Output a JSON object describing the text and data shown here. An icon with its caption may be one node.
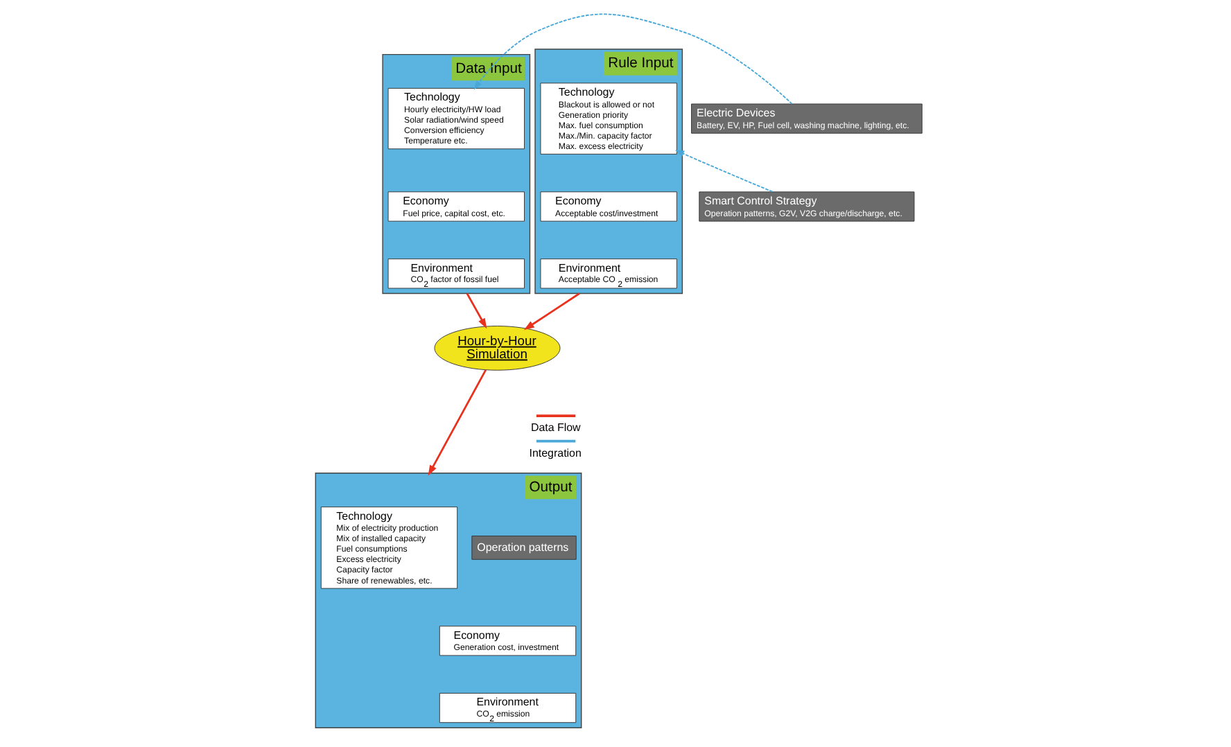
{
  "diagram": {
    "nodes": [
      {
        "text": [
          "Data Input"
        ]
      },
      {
        "text": [
          "Technology",
          "Hourly electricity/HW load",
          "Solar radiation/wind speed",
          "Conversion efficiency",
          "Temperature etc."
        ],
        "in": 0
      },
      {
        "text": [
          "Economy",
          "Fuel price, capital cost, etc."
        ],
        "in": 0
      },
      {
        "text": [
          "Environment",
          "CO$_{2}$ factor of fossil fuel"
        ],
        "in": 0
      },
      {
        "text": [
          "Electric Devices",
          "Battery, EV, HP, Fuel cell, washing machine, lighting, etc."
        ]
      },
      {
        "text": [
          "Smart Control Strategy",
          "Operation patterns, G2V, V2G charge/discharge, etc."
        ]
      },
      {
        "text": [
          "Rule Input"
        ]
      },
      {
        "text": [
          "Technology",
          "Blackout is allowed or not",
          "Generation priority",
          "Max. fuel consumption",
          "Max./Min. capacity factor",
          "Max. excess electricity"
        ],
        "in": 6
      },
      {
        "text": [
          "Economy",
          "Acceptable cost/investment"
        ],
        "in": 6
      },
      {
        "text": [
          "Environment",
          "Acceptable CO$_{2}$ emission"
        ],
        "in": 6
      },
      {
        "text": [
          "Hour-by-Hour Simulation"
        ]
      },
      {
        "text": [
          "Output"
        ]
      },
      {
        "text": [
          "Technology",
          "Mix of electricity production",
          "Mix of installed capacity",
          "Fuel consumptions",
          "Excess electricity",
          "Capacity factor",
          "Share of renewables, etc."
        ],
        "in": 11
      },
      {
        "text": [
          "Operation patterns"
        ],
        "in": 11
      },
      {
        "text": [
          "Economy",
          "Generation cost, investment"
        ],
        "in": 11
      },
      {
        "text": [
          "Environment",
          "CO$_{2}$ emission"
        ],
        "in": 11
      }
    ],
    "edges": [
      {
        "from": 4,
        "to": 1,
        "arrow": "to",
        "style": "dashed",
        "color": "#4aa8d8"
      },
      {
        "from": 5,
        "to": 7,
        "arrow": "to",
        "style": "dashed",
        "color": "#4aa8d8"
      },
      {
        "from": 0,
        "to": 10,
        "arrow": "to",
        "color": "#e8321e"
      },
      {
        "from": 6,
        "to": 10,
        "arrow": "to",
        "color": "#e8321e"
      },
      {
        "from": 10,
        "to": 11,
        "arrow": "to",
        "color": "#e8321e"
      }
    ],
    "legend": [
      {
        "text": "Data Flow"
      },
      {
        "text": "Integration"
      }
    ]
  }
}
